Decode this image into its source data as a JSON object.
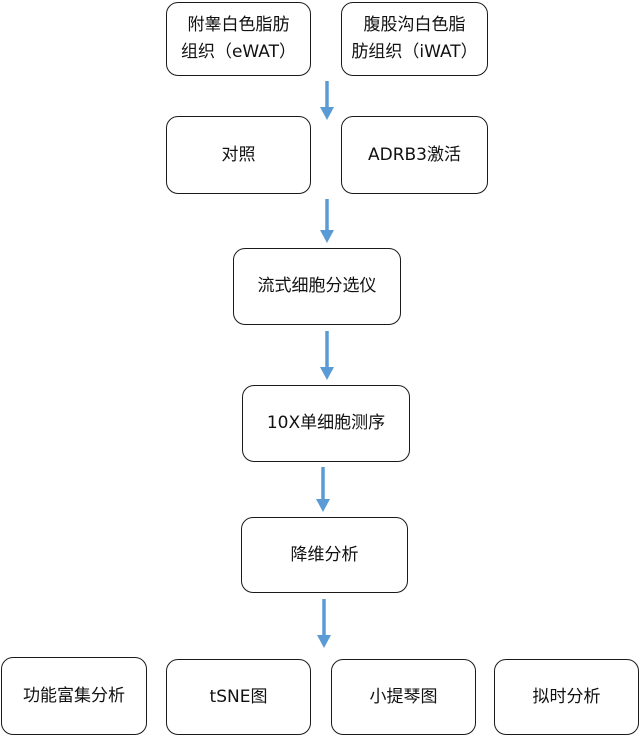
{
  "diagram": {
    "nodes": {
      "ewat": [
        "附睾白色脂肪",
        "组织（eWAT）"
      ],
      "iwat": [
        "腹股沟白色脂",
        "肪组织（iWAT）"
      ],
      "control": "对照",
      "adrb3": "ADRB3激活",
      "facs": "流式细胞分选仪",
      "scseq": "10X单细胞测序",
      "dimred": "降维分析",
      "enrich": "功能富集分析",
      "tsne": "tSNE图",
      "violin": "小提琴图",
      "pseudo": "拟时分析"
    },
    "edges": [
      [
        "tissues",
        "conditions"
      ],
      [
        "conditions",
        "facs"
      ],
      [
        "facs",
        "scseq"
      ],
      [
        "scseq",
        "dimred"
      ],
      [
        "dimred",
        "outputs"
      ]
    ],
    "colors": {
      "arrow": "#5b9bd5",
      "border": "#1a1a1a"
    }
  }
}
